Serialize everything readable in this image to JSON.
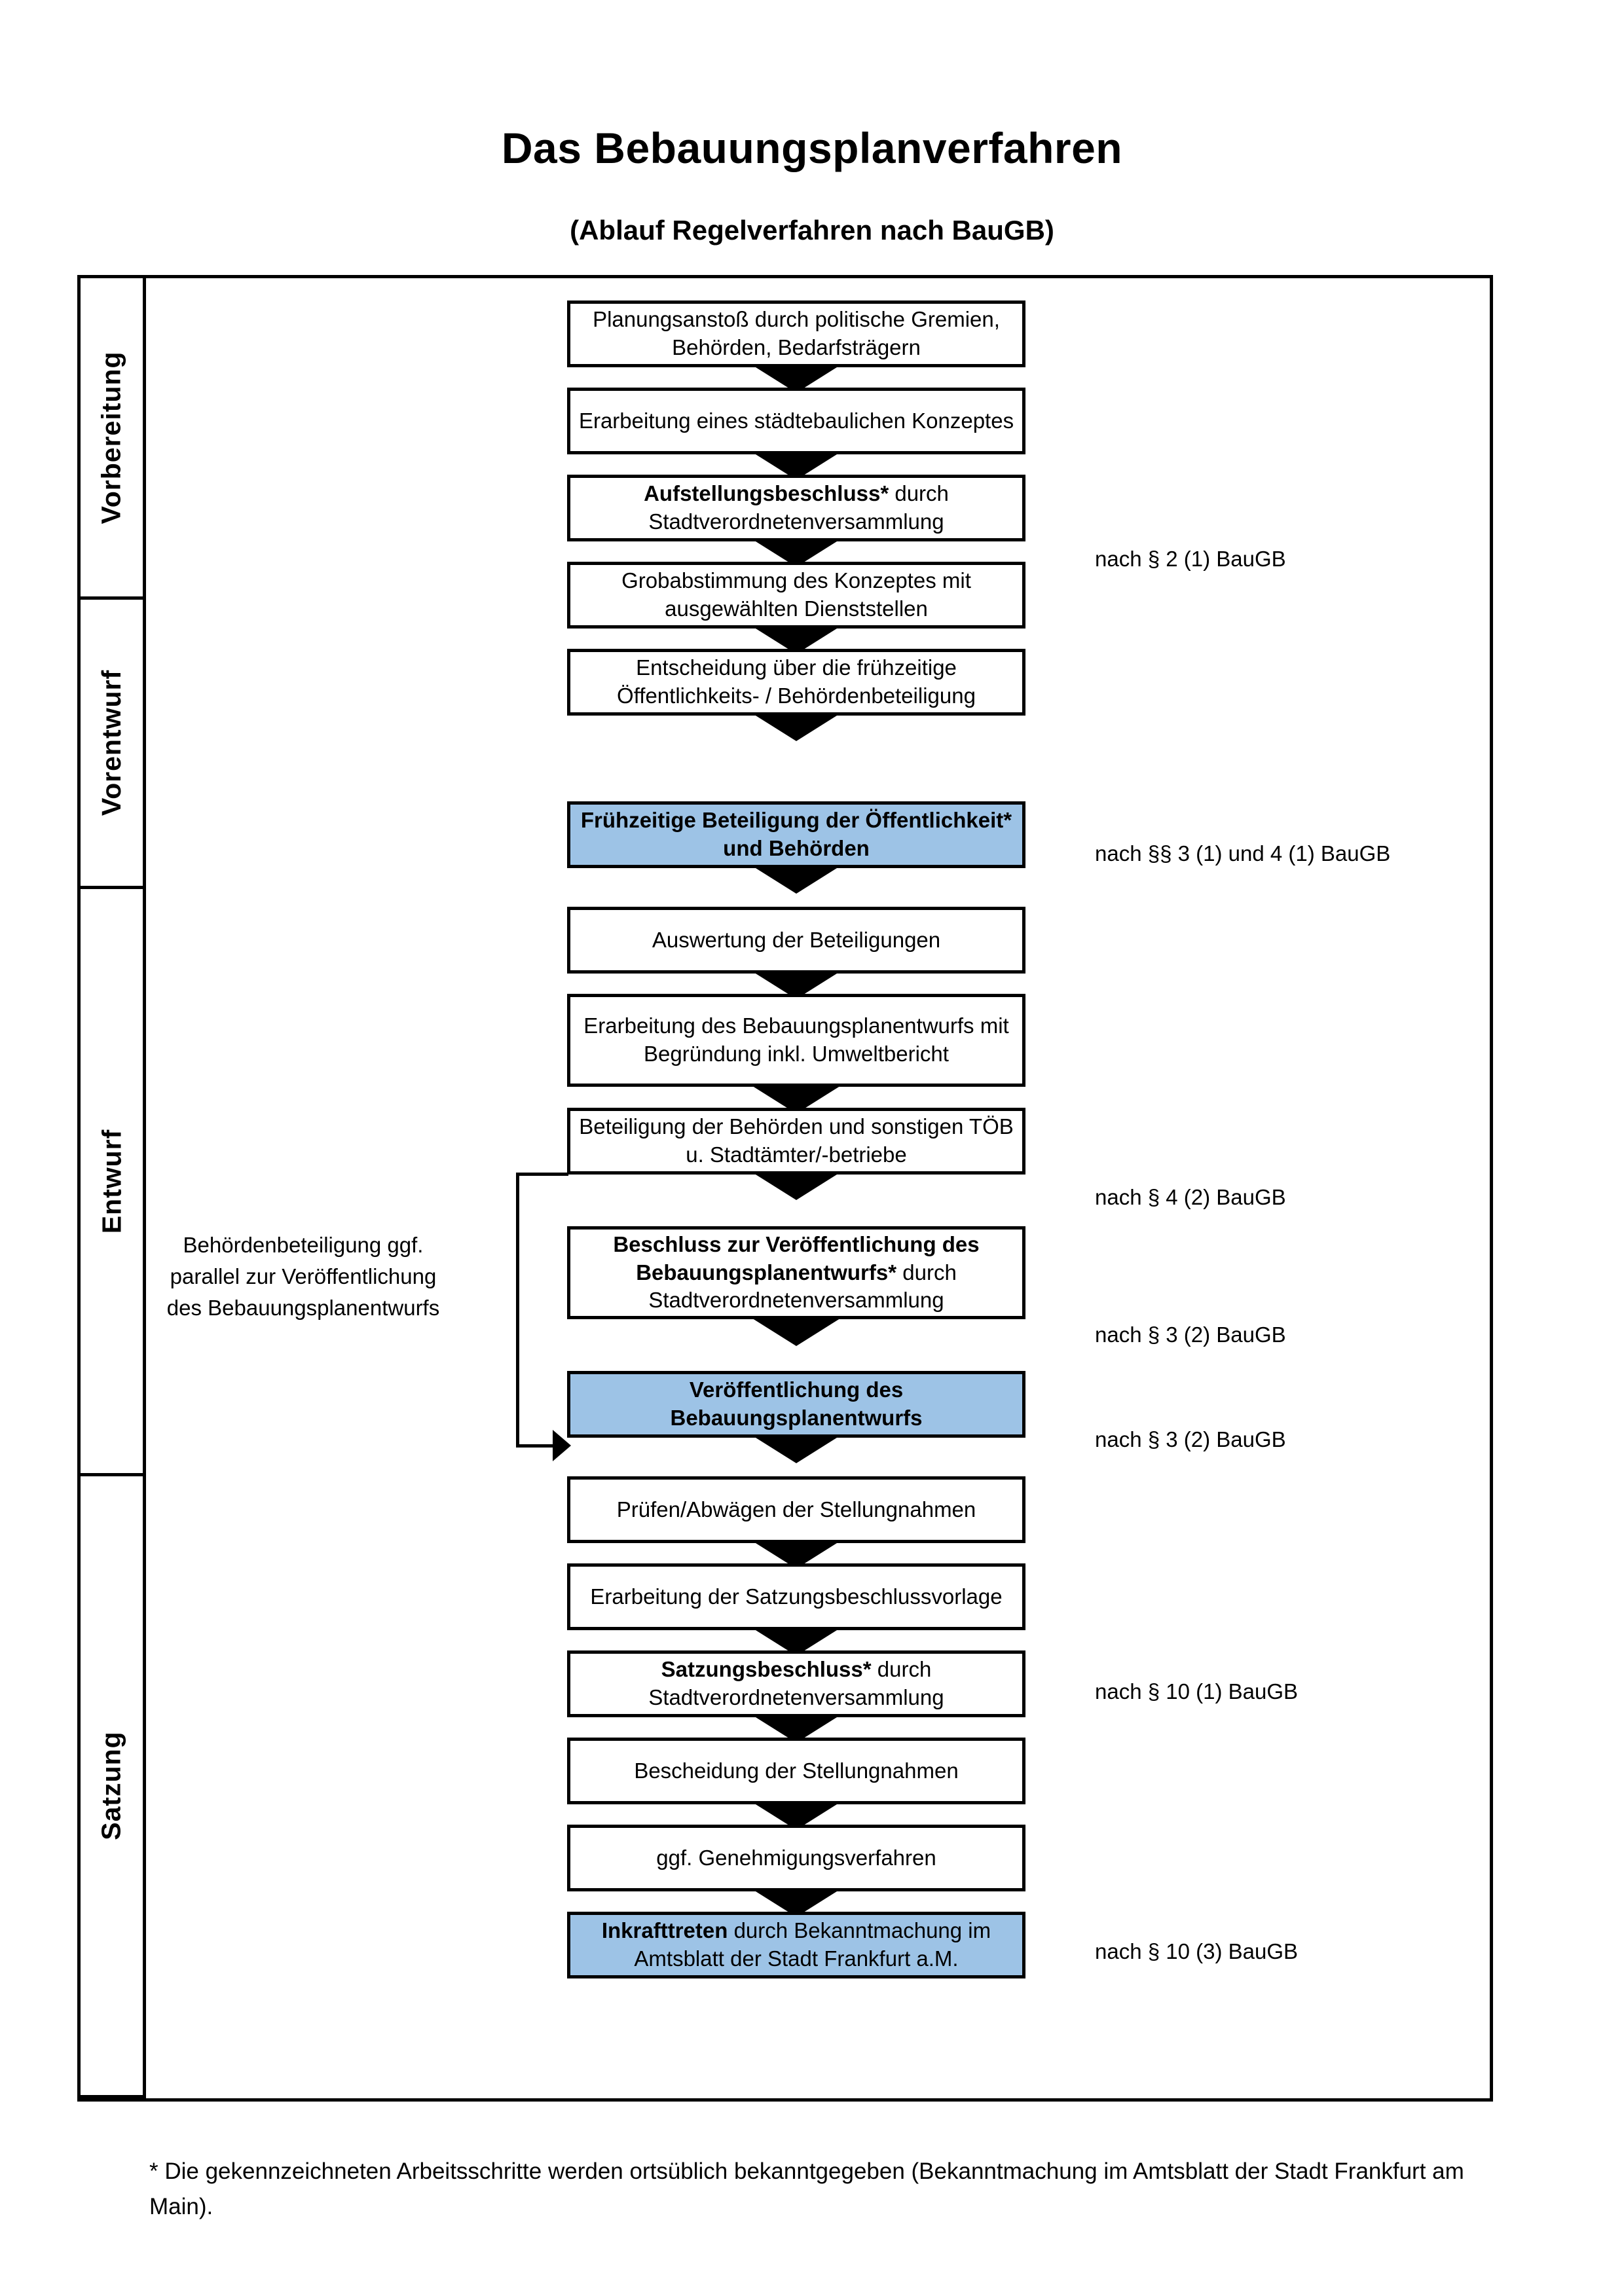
{
  "document": {
    "title": "Das Bebauungsplanverfahren",
    "subtitle": "(Ablauf Regelverfahren nach BauGB)",
    "footnote": "* Die gekennzeichneten Arbeitsschritte werden ortsüblich bekanntgegeben (Bekanntmachung im Amtsblatt  der Stadt Frankfurt am Main)."
  },
  "colors": {
    "highlight_blue": "#9dc3e6",
    "band_vorbereitung": "#f2f2f2",
    "band_vorentwurf": "#e6e6e6",
    "band_entwurf": "#d9d9d9",
    "band_satzung": "#bfbfbf",
    "outline": "#000000"
  },
  "phases": [
    {
      "id": "vorbereitung",
      "label": "Vorbereitung"
    },
    {
      "id": "vorentwurf",
      "label": "Vorentwurf"
    },
    {
      "id": "entwurf",
      "label": "Entwurf"
    },
    {
      "id": "satzung",
      "label": "Satzung"
    }
  ],
  "steps": [
    {
      "id": "planungsanstoss",
      "phase": "vorbereitung",
      "highlight": false,
      "bold_prefix": "",
      "text": "Planungsanstoß durch politische Gremien, Behörden, Bedarfsträgern"
    },
    {
      "id": "staedtebau-konzept",
      "phase": "vorbereitung",
      "highlight": false,
      "bold_prefix": "",
      "text": "Erarbeitung eines städtebaulichen Konzeptes"
    },
    {
      "id": "aufstellungsbeschluss",
      "phase": "vorbereitung",
      "highlight": false,
      "bold_prefix": "Aufstellungsbeschluss*",
      "text": " durch Stadtverordnetenversammlung"
    },
    {
      "id": "grobabstimmung",
      "phase": "vorentwurf",
      "highlight": false,
      "bold_prefix": "",
      "text": "Grobabstimmung des Konzeptes mit ausgewählten Dienststellen"
    },
    {
      "id": "entscheidung-fruehz",
      "phase": "vorentwurf",
      "highlight": false,
      "bold_prefix": "",
      "text": "Entscheidung über die frühzeitige Öffentlichkeits- / Behördenbeteiligung"
    },
    {
      "id": "fruehzeitige-beteil",
      "phase": "vorentwurf",
      "highlight": true,
      "bold_prefix": "Frühzeitige Beteiligung der Öffentlichkeit* und Behörden",
      "text": ""
    },
    {
      "id": "auswertung",
      "phase": "entwurf",
      "highlight": false,
      "bold_prefix": "",
      "text": "Auswertung der Beteiligungen"
    },
    {
      "id": "erarbeitung-entwurf",
      "phase": "entwurf",
      "highlight": false,
      "bold_prefix": "",
      "text": "Erarbeitung des Bebauungsplanentwurfs mit Begründung inkl. Umweltbericht"
    },
    {
      "id": "beteiligung-behoerden",
      "phase": "entwurf",
      "highlight": false,
      "bold_prefix": "",
      "text": "Beteiligung der Behörden und sonstigen TÖB u. Stadtämter/-betriebe"
    },
    {
      "id": "beschluss-veroeff",
      "phase": "entwurf",
      "highlight": false,
      "bold_prefix": "Beschluss zur Veröffentlichung des Bebauungsplanentwurfs*",
      "text": " durch Stadtverordnetenversammlung"
    },
    {
      "id": "veroeffentlichung",
      "phase": "entwurf",
      "highlight": true,
      "bold_prefix": "Veröffentlichung des Bebauungsplanentwurfs",
      "text": ""
    },
    {
      "id": "pruefen-abwaegen",
      "phase": "satzung",
      "highlight": false,
      "bold_prefix": "",
      "text": "Prüfen/Abwägen der Stellungnahmen"
    },
    {
      "id": "satzungsvorlage",
      "phase": "satzung",
      "highlight": false,
      "bold_prefix": "",
      "text": "Erarbeitung der Satzungsbeschlussvorlage"
    },
    {
      "id": "satzungsbeschluss",
      "phase": "satzung",
      "highlight": false,
      "bold_prefix": "Satzungsbeschluss*",
      "text": " durch Stadtverordnetenversammlung"
    },
    {
      "id": "bescheidung",
      "phase": "satzung",
      "highlight": false,
      "bold_prefix": "",
      "text": "Bescheidung der Stellungnahmen"
    },
    {
      "id": "genehmigungsverfahren",
      "phase": "satzung",
      "highlight": false,
      "bold_prefix": "",
      "text": "ggf. Genehmigungsverfahren"
    },
    {
      "id": "inkrafttreten",
      "phase": "satzung",
      "highlight": true,
      "bold_prefix": "Inkrafttreten",
      "text": " durch Bekanntmachung im Amtsblatt der Stadt Frankfurt a.M."
    }
  ],
  "legal_references": [
    {
      "id": "ref-par2-1",
      "text": "nach § 2 (1) BauGB"
    },
    {
      "id": "ref-par3-4-1",
      "text": "nach §§ 3 (1) und 4 (1) BauGB"
    },
    {
      "id": "ref-par4-2",
      "text": "nach § 4 (2) BauGB"
    },
    {
      "id": "ref-par3-2a",
      "text": "nach § 3 (2) BauGB"
    },
    {
      "id": "ref-par3-2b",
      "text": "nach § 3 (2) BauGB"
    },
    {
      "id": "ref-par10-1",
      "text": "nach § 10 (1) BauGB"
    },
    {
      "id": "ref-par10-3",
      "text": "nach § 10 (3) BauGB"
    }
  ],
  "side_note": {
    "id": "behoerdenbeteiligung-note",
    "text": "Behördenbeteiligung ggf. parallel zur Veröffentlichung des Bebauungsplanentwurfs"
  }
}
